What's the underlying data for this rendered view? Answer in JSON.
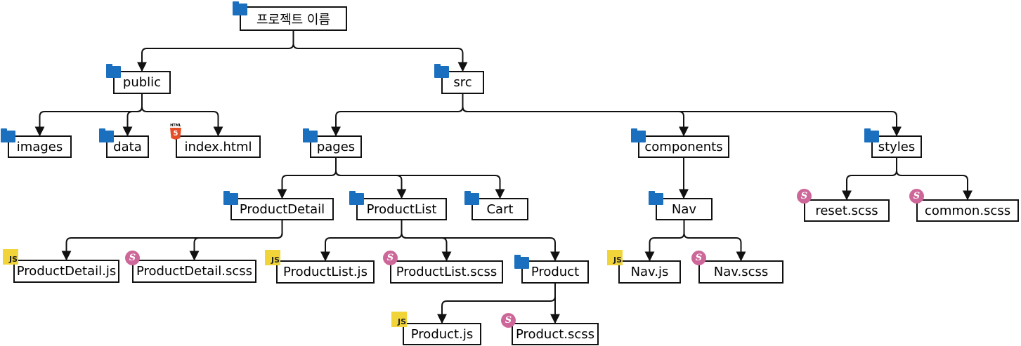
{
  "tree": {
    "root": {
      "label": "프로젝트 이름",
      "icon": "folder-icon"
    },
    "public": {
      "label": "public",
      "icon": "folder-icon"
    },
    "src": {
      "label": "src",
      "icon": "folder-icon"
    },
    "images": {
      "label": "images",
      "icon": "folder-icon"
    },
    "data": {
      "label": "data",
      "icon": "folder-icon"
    },
    "index_html": {
      "label": "index.html",
      "icon": "html5-icon"
    },
    "pages": {
      "label": "pages",
      "icon": "folder-icon"
    },
    "components": {
      "label": "components",
      "icon": "folder-icon"
    },
    "styles": {
      "label": "styles",
      "icon": "folder-icon"
    },
    "product_detail": {
      "label": "ProductDetail",
      "icon": "folder-icon"
    },
    "product_list": {
      "label": "ProductList",
      "icon": "folder-icon"
    },
    "cart": {
      "label": "Cart",
      "icon": "folder-icon"
    },
    "nav": {
      "label": "Nav",
      "icon": "folder-icon"
    },
    "reset_scss": {
      "label": "reset.scss",
      "icon": "sass-icon"
    },
    "common_scss": {
      "label": "common.scss",
      "icon": "sass-icon"
    },
    "product_detail_js": {
      "label": "ProductDetail.js",
      "icon": "js-icon"
    },
    "product_detail_scss": {
      "label": "ProductDetail.scss",
      "icon": "sass-icon"
    },
    "product_list_js": {
      "label": "ProductList.js",
      "icon": "js-icon"
    },
    "product_list_scss": {
      "label": "ProductList.scss",
      "icon": "sass-icon"
    },
    "product": {
      "label": "Product",
      "icon": "folder-icon"
    },
    "nav_js": {
      "label": "Nav.js",
      "icon": "js-icon"
    },
    "nav_scss": {
      "label": "Nav.scss",
      "icon": "sass-icon"
    },
    "product_js": {
      "label": "Product.js",
      "icon": "js-icon"
    },
    "product_scss": {
      "label": "Product.scss",
      "icon": "sass-icon"
    }
  },
  "edges": [
    [
      "root",
      "public"
    ],
    [
      "root",
      "src"
    ],
    [
      "public",
      "images"
    ],
    [
      "public",
      "data"
    ],
    [
      "public",
      "index_html"
    ],
    [
      "src",
      "pages"
    ],
    [
      "src",
      "components"
    ],
    [
      "src",
      "styles"
    ],
    [
      "pages",
      "product_detail"
    ],
    [
      "pages",
      "product_list"
    ],
    [
      "pages",
      "cart"
    ],
    [
      "components",
      "nav"
    ],
    [
      "styles",
      "reset_scss"
    ],
    [
      "styles",
      "common_scss"
    ],
    [
      "product_detail",
      "product_detail_js"
    ],
    [
      "product_detail",
      "product_detail_scss"
    ],
    [
      "product_list",
      "product_list_js"
    ],
    [
      "product_list",
      "product_list_scss"
    ],
    [
      "product_list",
      "product"
    ],
    [
      "nav",
      "nav_js"
    ],
    [
      "nav",
      "nav_scss"
    ],
    [
      "product",
      "product_js"
    ],
    [
      "product",
      "product_scss"
    ]
  ],
  "icon_text": {
    "js": "JS",
    "sass": "S",
    "html_caption": "HTML",
    "html_shield": "5"
  },
  "colors": {
    "folder": "#1a6fbf",
    "js": "#f0d43a",
    "sass": "#cd6799",
    "html5": "#e44d26",
    "line": "#111111"
  }
}
